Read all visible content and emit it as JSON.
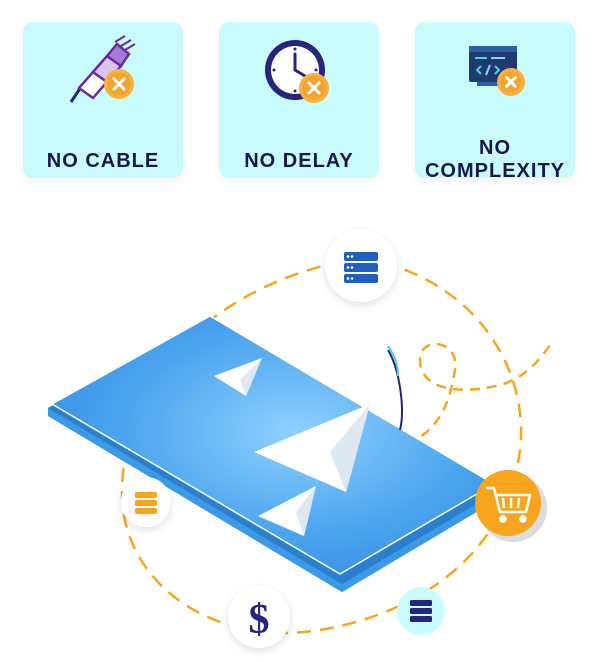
{
  "features": [
    {
      "label": "NO CABLE",
      "icon": "cable-plug-icon"
    },
    {
      "label": "NO DELAY",
      "icon": "clock-icon"
    },
    {
      "label": "NO COMPLEXITY",
      "icon": "code-window-icon"
    }
  ],
  "illustration": {
    "currency_symbol": "$",
    "badge_icons": [
      "server-icon",
      "shopping-cart-icon",
      "dollar-icon"
    ]
  },
  "colors": {
    "card_bg": "#c9fbfd",
    "text": "#17184a",
    "accent_orange": "#f7a51c",
    "phone_blue": "#4ca6ef",
    "navy": "#25257c"
  }
}
